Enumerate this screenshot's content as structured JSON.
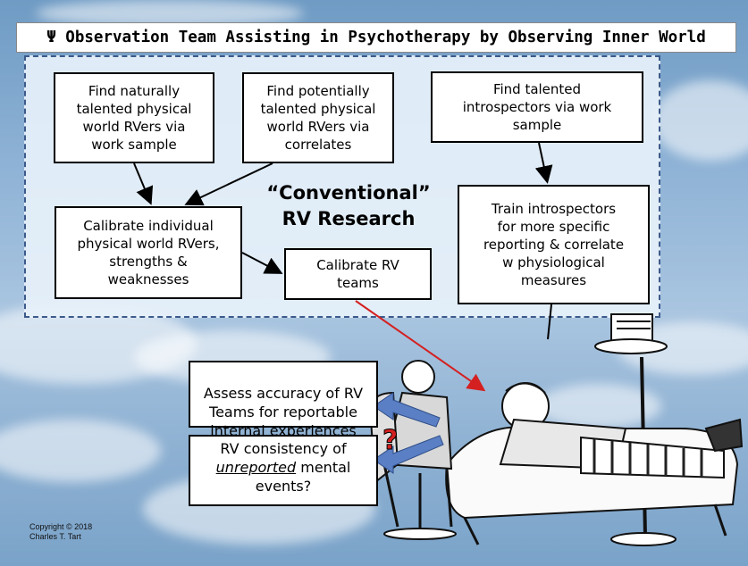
{
  "title": "Ψ Observation Team Assisting in Psychotherapy by Observing Inner World",
  "center_label": "“Conventional”\nRV Research",
  "boxes": {
    "find_natural": "Find naturally\ntalented physical\nworld RVers via\nwork sample",
    "find_potential": "Find potentially\ntalented physical\nworld RVers via\ncorrelates",
    "find_introspectors": "Find talented\nintrospectors via work\nsample",
    "calibrate_individual": "Calibrate individual\nphysical world RVers,\nstrengths &\nweaknesses",
    "calibrate_teams": "Calibrate RV\nteams",
    "train_introspectors": "Train introspectors\nfor more specific\nreporting & correlate\nw physiological\nmeasures"
  },
  "questions": {
    "assess_accuracy": "Assess accuracy of RV\nTeams for reportable\ninternal experiences",
    "consistency_prefix": "RV consistency of",
    "consistency_emph": "unreported",
    "consistency_suffix": "mental\nevents?",
    "question_mark": "?"
  },
  "copyright": "Copyright © 2018\nCharles T. Tart",
  "colors": {
    "panel_border": "#3c5a8a",
    "red_arrow": "#d42020",
    "blue_arrow": "#5b7fc4"
  }
}
